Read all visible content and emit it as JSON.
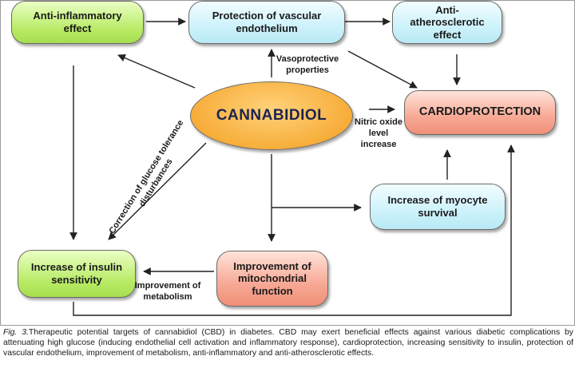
{
  "diagram": {
    "nodes": {
      "anti_inflammatory": "Anti-inflammatory effect",
      "vascular": "Protection of vascular endothelium",
      "anti_atherosclerotic": "Anti-atherosclerotic effect",
      "cannabidiol": "CANNABIDIOL",
      "cardioprotection": "CARDIOPROTECTION",
      "myocyte": "Increase of myocyte survival",
      "insulin": "Increase of insulin sensitivity",
      "mitochondrial": "Improvement of mitochondrial function"
    },
    "labels": {
      "vasoprotective": "Vasoprotective properties",
      "nitric_oxide": "Nitric oxide level increase",
      "glucose": "Correction of glucose tolerance disturbances",
      "metabolism": "Improvement of metabolism"
    }
  },
  "caption": {
    "prefix": "Fig. 3.",
    "text": "Therapeutic potential targets of cannabidiol (CBD) in diabetes. CBD may exert beneficial effects against various diabetic complications by attenuating high glucose (inducing endothelial cell activation and inflammatory response), cardioprotection, increasing sensitivity to insulin, protection of vascular endothelium, improvement of metabolism, anti-inflammatory and anti-atherosclerotic effects."
  }
}
